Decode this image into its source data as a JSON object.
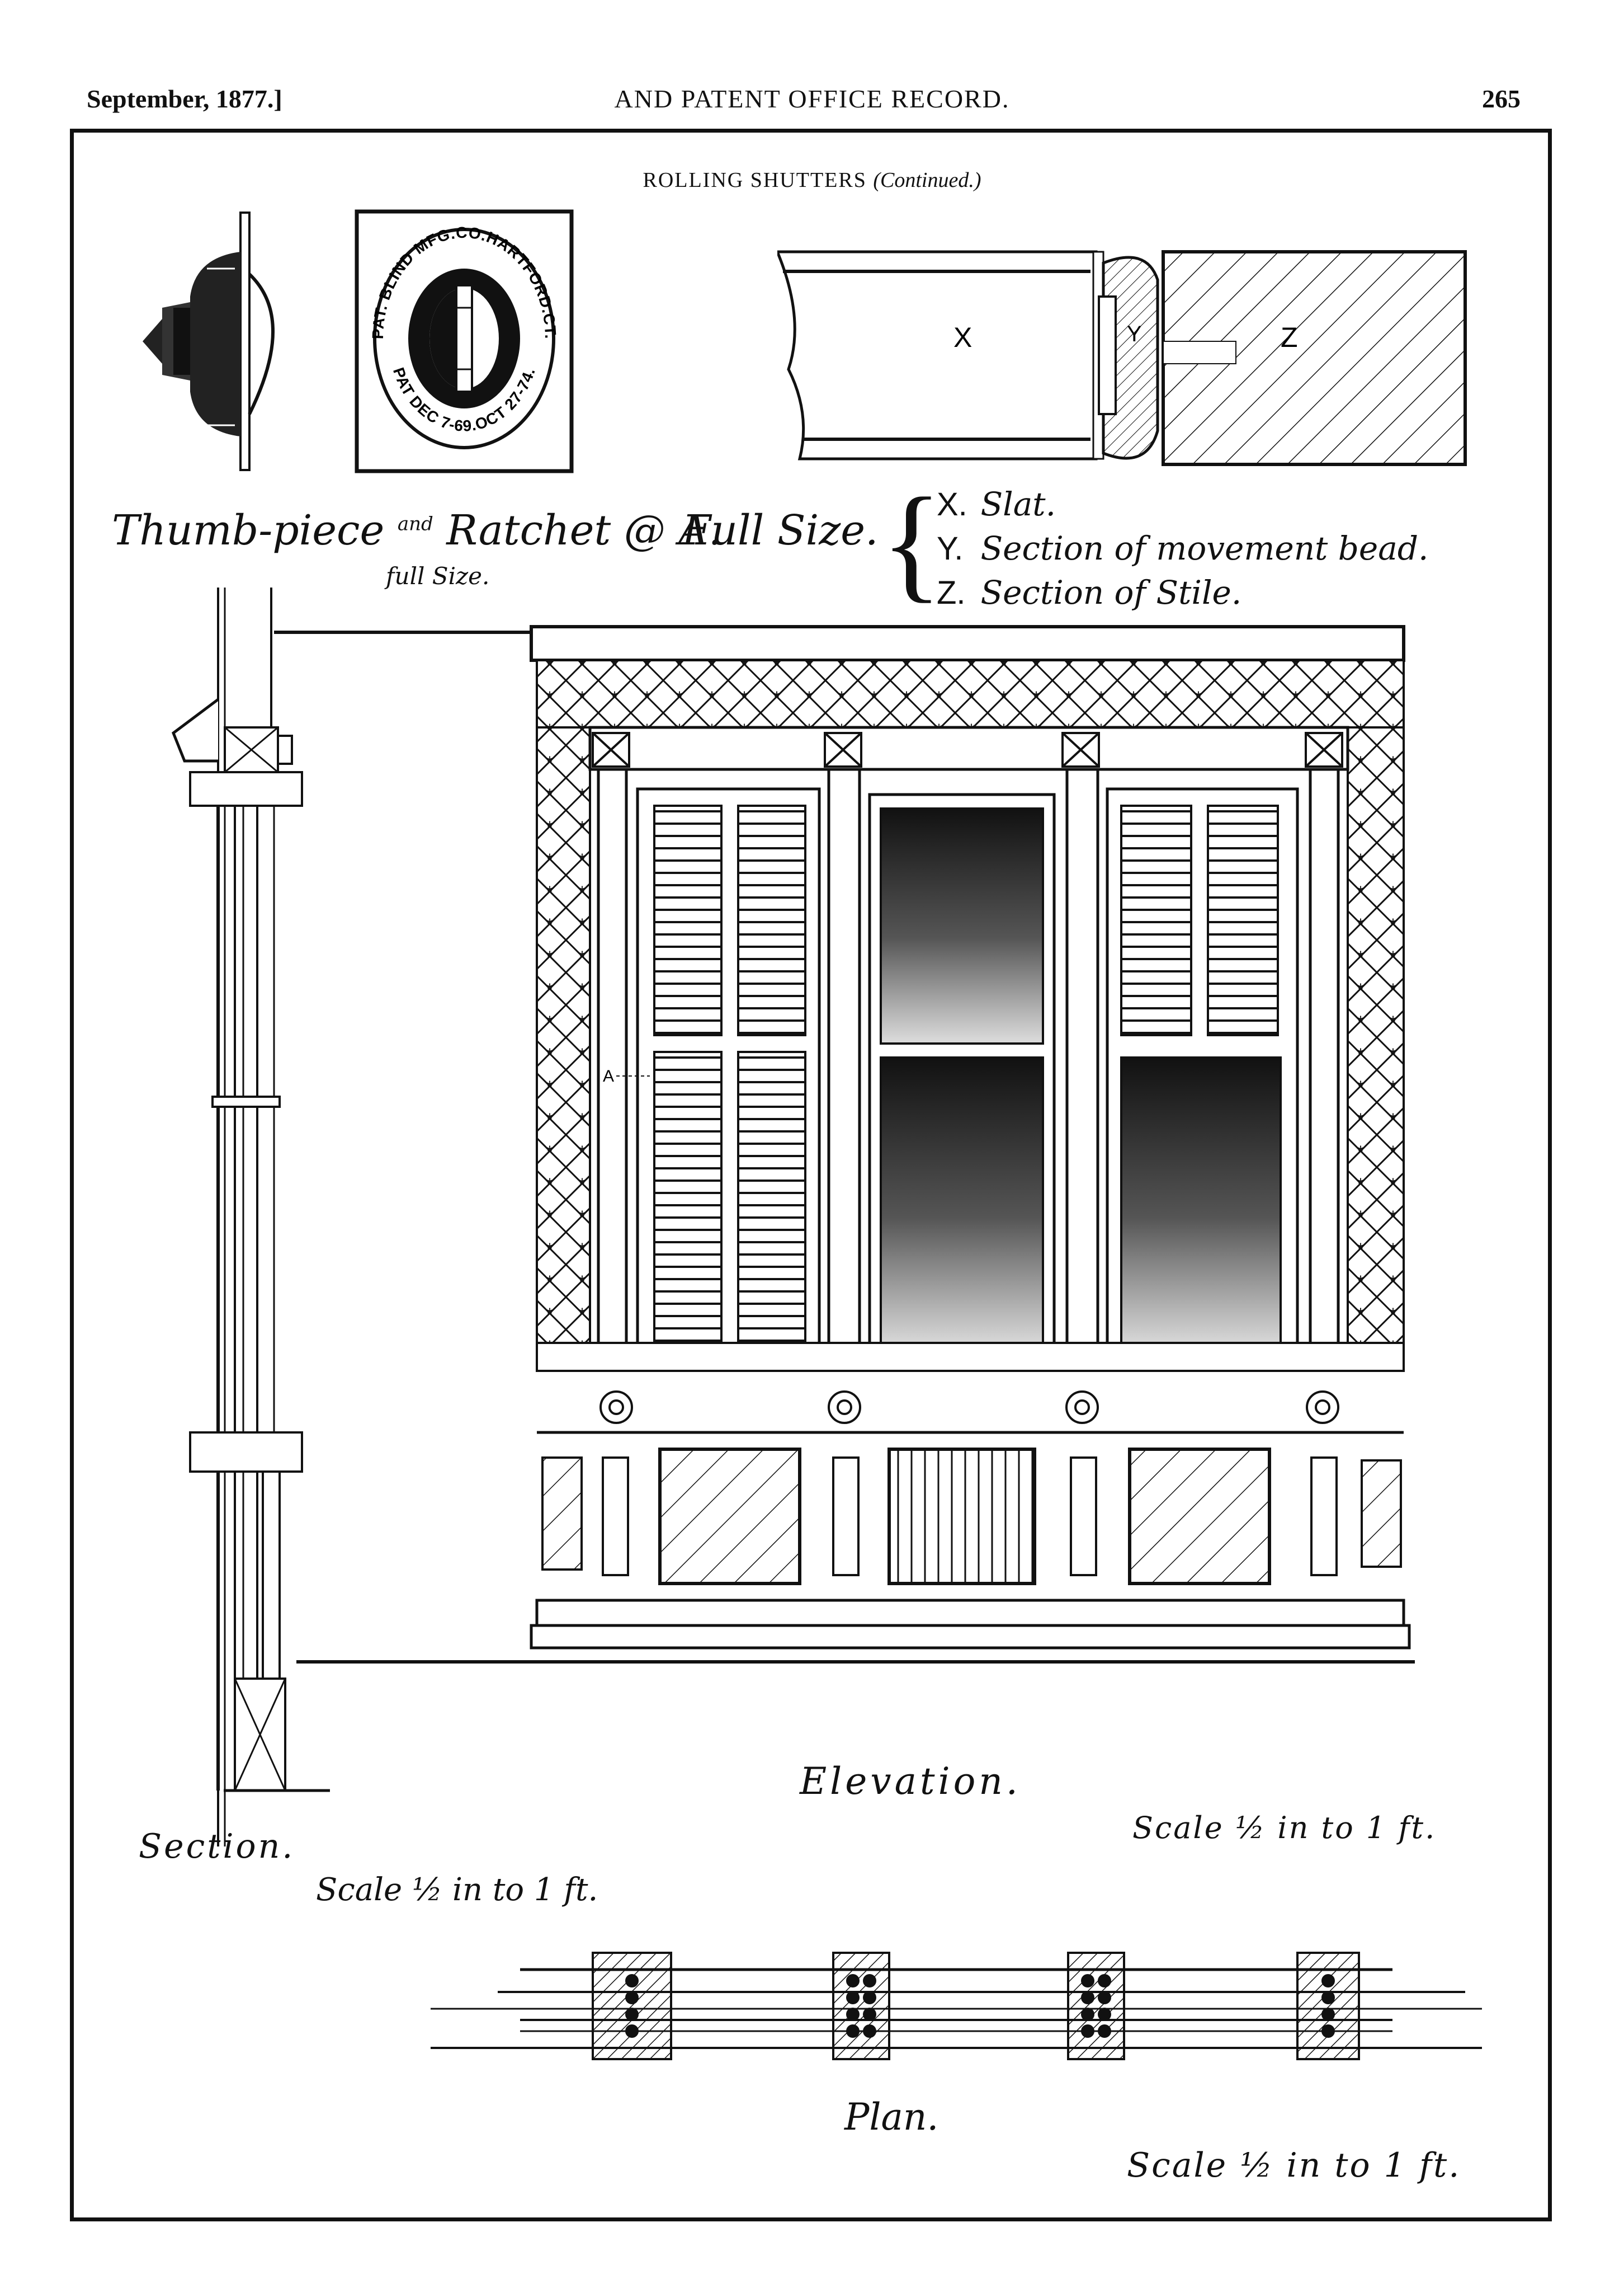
{
  "header": {
    "date": "September, 1877.]",
    "title": "AND PATENT OFFICE RECORD.",
    "page_number": "265"
  },
  "section": {
    "title": "ROLLING SHUTTERS",
    "continued": "(Continued.)"
  },
  "stamp": {
    "top_text": "PAT. BLIND MFG.CO.HARTFORD.CT.",
    "bottom_text": "PAT DEC 7-69.OCT 27-74."
  },
  "thumb_caption": {
    "part1": "Thumb-piece",
    "and": "and",
    "part2": "Ratchet @ A.",
    "full_size_small": "full Size.",
    "full_size": "Full Size."
  },
  "slat_labels": {
    "x": "X",
    "y": "Y",
    "z": "Z"
  },
  "legend": [
    {
      "key": "X.",
      "text": "Slat."
    },
    {
      "key": "Y.",
      "text": "Section of movement bead."
    },
    {
      "key": "Z.",
      "text": "Section of Stile."
    }
  ],
  "elevation": {
    "marker": "A",
    "caption": "Elevation.",
    "scale": "Scale ½ in to 1 ft."
  },
  "section_view": {
    "caption": "Section.",
    "scale": "Scale ½ in to 1 ft."
  },
  "plan": {
    "caption": "Plan.",
    "scale": "Scale ½ in to 1 ft."
  }
}
